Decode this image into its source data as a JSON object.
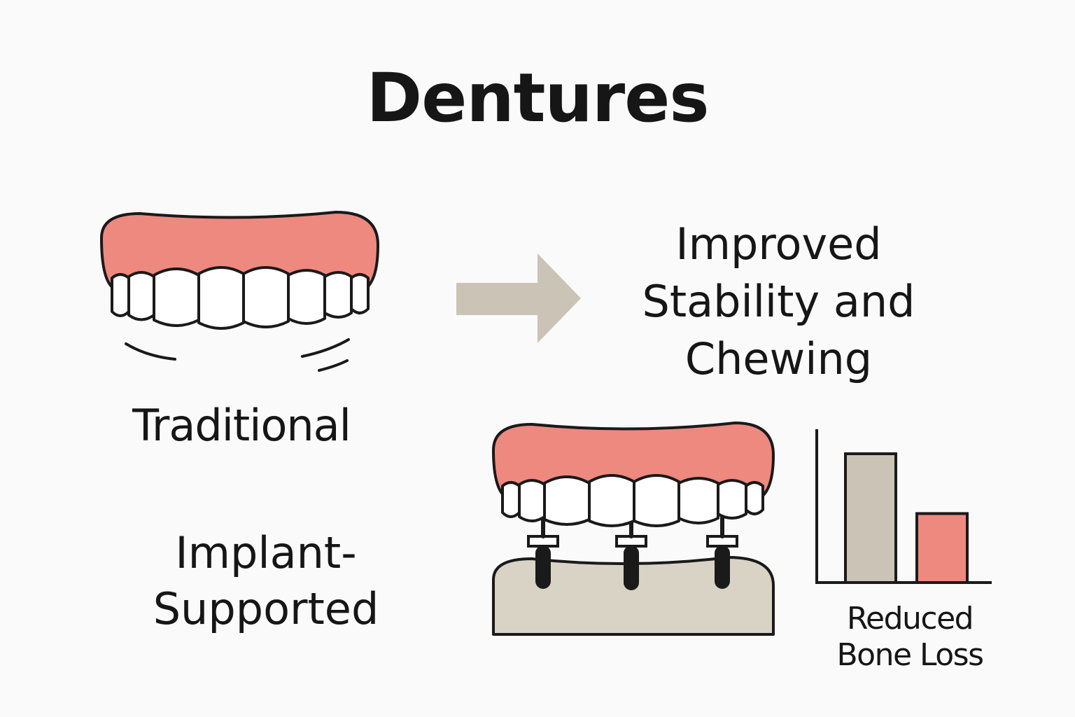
{
  "title": "Dentures",
  "traditional": {
    "label": "Traditional"
  },
  "implant": {
    "label_lines": [
      "Implant-",
      "Supported"
    ]
  },
  "benefit": {
    "lines": [
      "Improved",
      "Stability and",
      "Chewing"
    ]
  },
  "bone_loss": {
    "label_lines": [
      "Reduced",
      "Bone Loss"
    ]
  },
  "colors": {
    "gum": "#ee8980",
    "bone": "#d9d3c5",
    "arrow": "#cbc3b5",
    "bar_traditional": "#cbc3b5",
    "bar_implant": "#ee8980",
    "outline": "#1a1a1a"
  },
  "chart_data": {
    "type": "bar",
    "categories": [
      "",
      ""
    ],
    "values": [
      0.84,
      0.45
    ],
    "ylim": [
      0,
      1
    ],
    "grid": false,
    "legend": "none",
    "xlabel": "Reduced Bone Loss",
    "ylabel": ""
  }
}
